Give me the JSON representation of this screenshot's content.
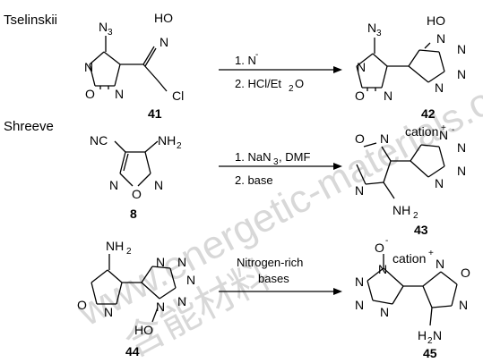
{
  "watermark": {
    "text": "www.energetic-materials.org.cn",
    "cjk": "含能材料"
  },
  "reactions": [
    {
      "author": "Tselinskii",
      "conditions": [
        "1. N",
        "2. HCl/Et",
        "O"
      ],
      "cond_sup": "-",
      "cond_sub": "2",
      "reactant": {
        "number": "41",
        "labels": [
          "N",
          "3",
          "HO",
          "N",
          "N",
          "O",
          "N",
          "Cl"
        ]
      },
      "product": {
        "number": "42",
        "labels": [
          "N",
          "3",
          "HO",
          "N",
          "N",
          "N",
          "N",
          "N",
          "O",
          "N"
        ]
      }
    },
    {
      "author": "Shreeve",
      "conditions": [
        "1. NaN",
        ", DMF",
        "2. base"
      ],
      "cond_sub": "3",
      "reactant": {
        "number": "8",
        "labels": [
          "NC",
          "NH",
          "2",
          "N",
          "O",
          "N"
        ]
      },
      "product": {
        "number": "43",
        "labels": [
          "O",
          "N",
          "N",
          "NH",
          "2",
          "cation",
          "+",
          "N",
          "-",
          "N",
          "N",
          "N"
        ]
      }
    },
    {
      "author": "",
      "conditions": [
        "Nitrogen-rich",
        "bases"
      ],
      "reactant": {
        "number": "44",
        "labels": [
          "NH",
          "2",
          "O",
          "N",
          "N",
          "N",
          "N",
          "N",
          "N",
          "HO"
        ]
      },
      "product": {
        "number": "45",
        "labels": [
          "O",
          "-",
          "cation",
          "+",
          "N",
          "N",
          "N",
          "N",
          "N",
          "O",
          "N",
          "H",
          "2",
          "N"
        ]
      }
    }
  ]
}
